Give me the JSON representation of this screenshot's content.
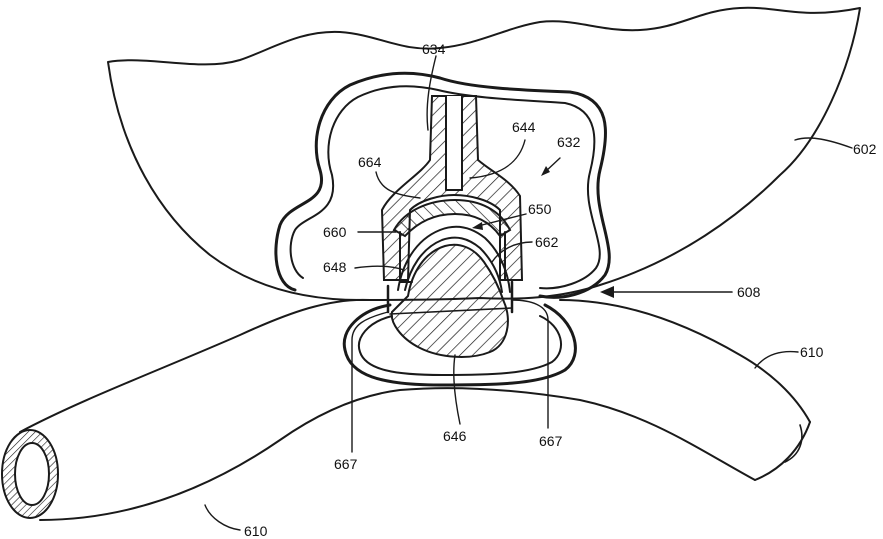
{
  "labels": {
    "l602": "602",
    "l608": "608",
    "l610a": "610",
    "l610b": "610",
    "l632": "632",
    "l634": "634",
    "l644": "644",
    "l646": "646",
    "l648": "648",
    "l650": "650",
    "l660": "660",
    "l662": "662",
    "l664": "664",
    "l667a": "667",
    "l667b": "667"
  },
  "colors": {
    "line": "#1a1a1a",
    "background": "#ffffff"
  }
}
